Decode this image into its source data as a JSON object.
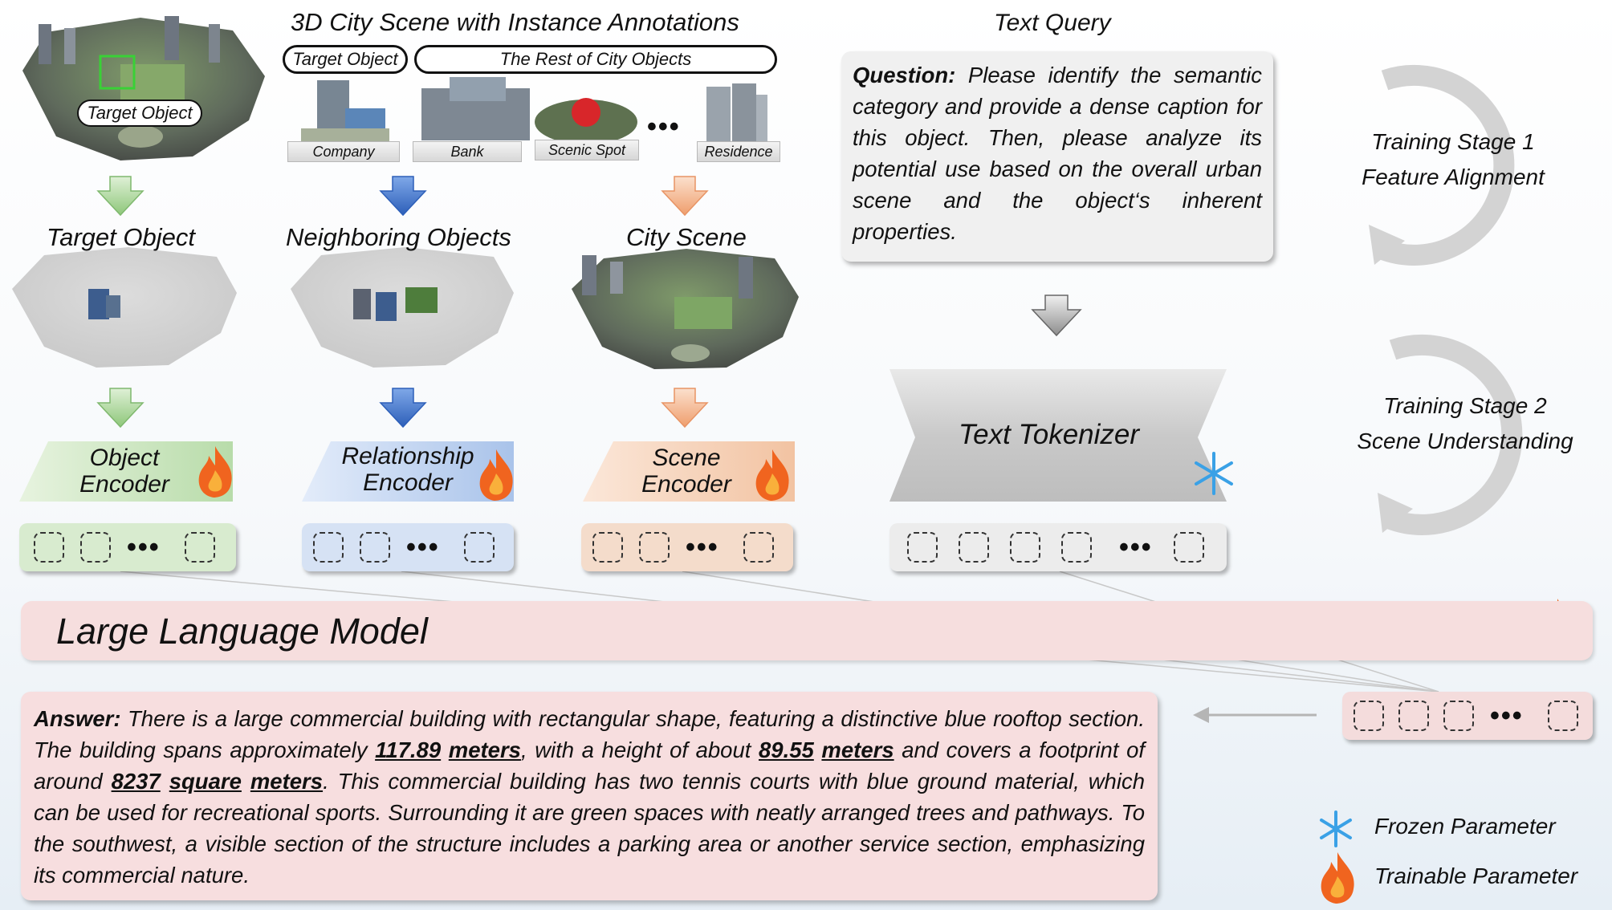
{
  "top": {
    "scene_title": "3D City Scene with Instance Annotations",
    "target_pill": "Target Object",
    "rest_pill": "The Rest of City Objects",
    "overlay_label": "Target Object",
    "thumbnails": [
      "Company",
      "Bank",
      "Scenic Spot",
      "Residence"
    ],
    "ellipsis": "•••"
  },
  "columns": {
    "target": {
      "title": "Target Object",
      "encoder": "Object Encoder",
      "color": "#bfe0b4"
    },
    "neighbor": {
      "title": "Neighboring Objects",
      "encoder": "Relationship Encoder",
      "color": "#aec6ea"
    },
    "scene": {
      "title": "City Scene",
      "encoder": "Scene Encoder",
      "color": "#f3c9ab"
    }
  },
  "query": {
    "title": "Text Query",
    "question_label": "Question:",
    "question_text": "Please identify the semantic category and provide a dense caption for this object. Then, please analyze its potential use based on the overall urban scene and the object‘s inherent properties."
  },
  "tokenizer": {
    "label": "Text Tokenizer"
  },
  "llm": {
    "label": "Large Language Model"
  },
  "answer": {
    "label": "Answer:",
    "p1": "There is a large commercial building with rectangular shape, featuring a distinctive blue rooftop section. The building spans approximately ",
    "v1": "117.89",
    "u1": "meters",
    "p2": ", with a height of about ",
    "v2": "89.55",
    "u2": "meters",
    "p3": " and covers a footprint of around ",
    "v3": "8237",
    "u3a": "square",
    "u3b": "meters",
    "p4": ". This commercial building has two tennis courts with blue ground material, which can be used for recreational sports. Surrounding it are green spaces with neatly arranged trees and pathways. To the southwest, a visible section of the structure includes a parking area or another service section, emphasizing its commercial nature."
  },
  "stages": {
    "s1_line1": "Training Stage 1",
    "s1_line2": "Feature Alignment",
    "s2_line1": "Training Stage 2",
    "s2_line2": "Scene Understanding"
  },
  "legend": {
    "frozen": "Frozen Parameter",
    "trainable": "Trainable Parameter"
  },
  "colors": {
    "green_arrow": "#9fd08e",
    "blue_arrow": "#3f73c9",
    "orange_arrow": "#f2b48b",
    "llm_bg": "#f6dede",
    "answer_bg": "#f7dedf"
  }
}
